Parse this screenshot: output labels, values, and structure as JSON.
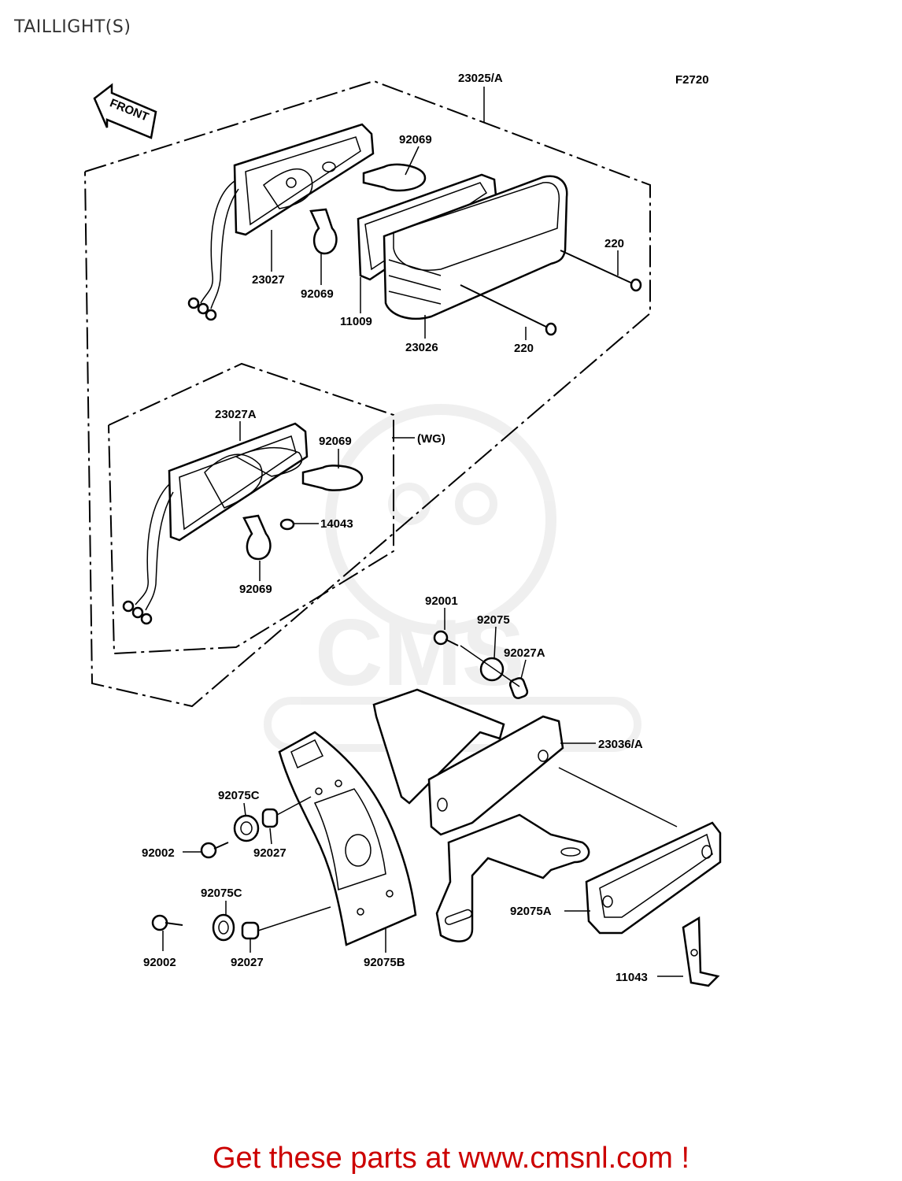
{
  "page": {
    "title": "TAILLIGHT(S)",
    "diagram_code": "F2720",
    "front_arrow_text": "FRONT",
    "footer_text": "Get these parts at www.cmsnl.com !"
  },
  "colors": {
    "footer": "#cc0000",
    "line": "#000000",
    "watermark": "#e3e3e3"
  },
  "callouts": [
    {
      "id": "c01",
      "label": "23025/A"
    },
    {
      "id": "c02",
      "label": "92069"
    },
    {
      "id": "c03",
      "label": "23027"
    },
    {
      "id": "c04",
      "label": "92069"
    },
    {
      "id": "c05",
      "label": "11009"
    },
    {
      "id": "c06",
      "label": "23026"
    },
    {
      "id": "c07",
      "label": "220"
    },
    {
      "id": "c08",
      "label": "220"
    },
    {
      "id": "c09",
      "label": "23027A"
    },
    {
      "id": "c10",
      "label": "92069"
    },
    {
      "id": "c11",
      "label": "(WG)"
    },
    {
      "id": "c12",
      "label": "14043"
    },
    {
      "id": "c13",
      "label": "92069"
    },
    {
      "id": "c14",
      "label": "92001"
    },
    {
      "id": "c15",
      "label": "92075"
    },
    {
      "id": "c16",
      "label": "92027A"
    },
    {
      "id": "c17",
      "label": "23036/A"
    },
    {
      "id": "c18",
      "label": "92075C"
    },
    {
      "id": "c19",
      "label": "92002"
    },
    {
      "id": "c20",
      "label": "92027"
    },
    {
      "id": "c21",
      "label": "92075C"
    },
    {
      "id": "c22",
      "label": "92002"
    },
    {
      "id": "c23",
      "label": "92027"
    },
    {
      "id": "c24",
      "label": "92075B"
    },
    {
      "id": "c25",
      "label": "92075A"
    },
    {
      "id": "c26",
      "label": "11043"
    }
  ]
}
